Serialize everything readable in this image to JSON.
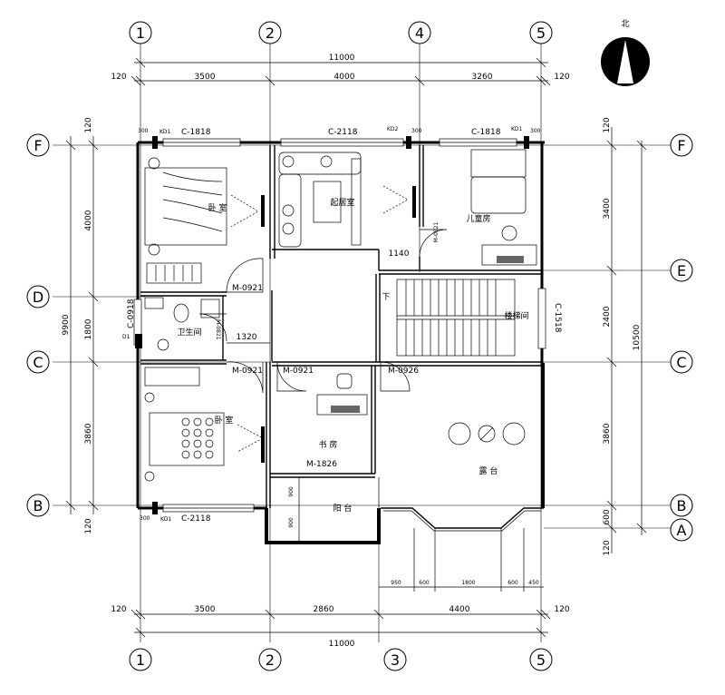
{
  "north_label": "北",
  "axes": {
    "top": [
      "1",
      "2",
      "4",
      "5"
    ],
    "bottom": [
      "1",
      "2",
      "3",
      "5"
    ],
    "left": [
      "F",
      "D",
      "C",
      "B"
    ],
    "right": [
      "F",
      "E",
      "C",
      "B",
      "A"
    ]
  },
  "dims": {
    "top_total": "11000",
    "top_segments": [
      "120",
      "3500",
      "4000",
      "3260",
      "120"
    ],
    "bottom_total": "11000",
    "bottom_segments": [
      "120",
      "3500",
      "2860",
      "4400",
      "120"
    ],
    "bottom_small": [
      "950",
      "600",
      "1800",
      "600",
      "450"
    ],
    "left_total": "9900",
    "left_top_120": "120",
    "left_segments": [
      "4000",
      "1800",
      "3860"
    ],
    "left_bottom_120": "120",
    "right_total": "10500",
    "right_segments": [
      "120",
      "3400",
      "2400",
      "3860",
      "600",
      "120"
    ],
    "inner": {
      "d1140": "1140",
      "d1320": "1320",
      "d900a": "900",
      "d900b": "900",
      "d300a": "300",
      "d300b": "300",
      "d300c": "300",
      "d300d": "300"
    }
  },
  "windows": {
    "c1818_left": "C-1818",
    "c2118_top": "C-2118",
    "c1818_right": "C-1818",
    "c2118_bottom": "C-2118",
    "c0918": "C-0918",
    "c1518": "C-1518",
    "kd1_a": "KD1",
    "kd2": "KD2",
    "kd1_b": "KD1",
    "kd1_c": "KD1",
    "d1": "D1"
  },
  "doors": {
    "m0921_a": "M-0921",
    "m0921_b": "M-0921",
    "m0921_c": "M-0921",
    "m0921_d": "M-0921",
    "m0926": "M-0926",
    "m0821": "M-0821",
    "m1826": "M-1826"
  },
  "rooms": {
    "bedroom_top": "卧 室",
    "living": "起居室",
    "kids": "儿童房",
    "bath": "卫生间",
    "stair": "楼梯间",
    "stair_down": "下",
    "bedroom_bottom": "卧 室",
    "study": "书 房",
    "balcony": "阳 台",
    "terrace": "露 台"
  }
}
